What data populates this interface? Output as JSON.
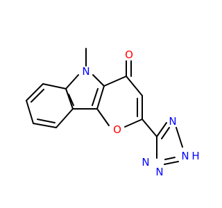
{
  "molecule": {
    "colors": {
      "bond": "#000000",
      "nitrogen": "#0000ff",
      "oxygen": "#ff0000",
      "carbon": "#000000"
    },
    "labels": {
      "indole_n": "N",
      "methyl": "",
      "carbonyl_o": "O",
      "ring_o": "O",
      "tetrazole_n_top": "N",
      "tetrazole_nh": "N",
      "tetrazole_h": "H",
      "tetrazole_n_left": "N",
      "tetrazole_n_bottom": "N"
    }
  }
}
